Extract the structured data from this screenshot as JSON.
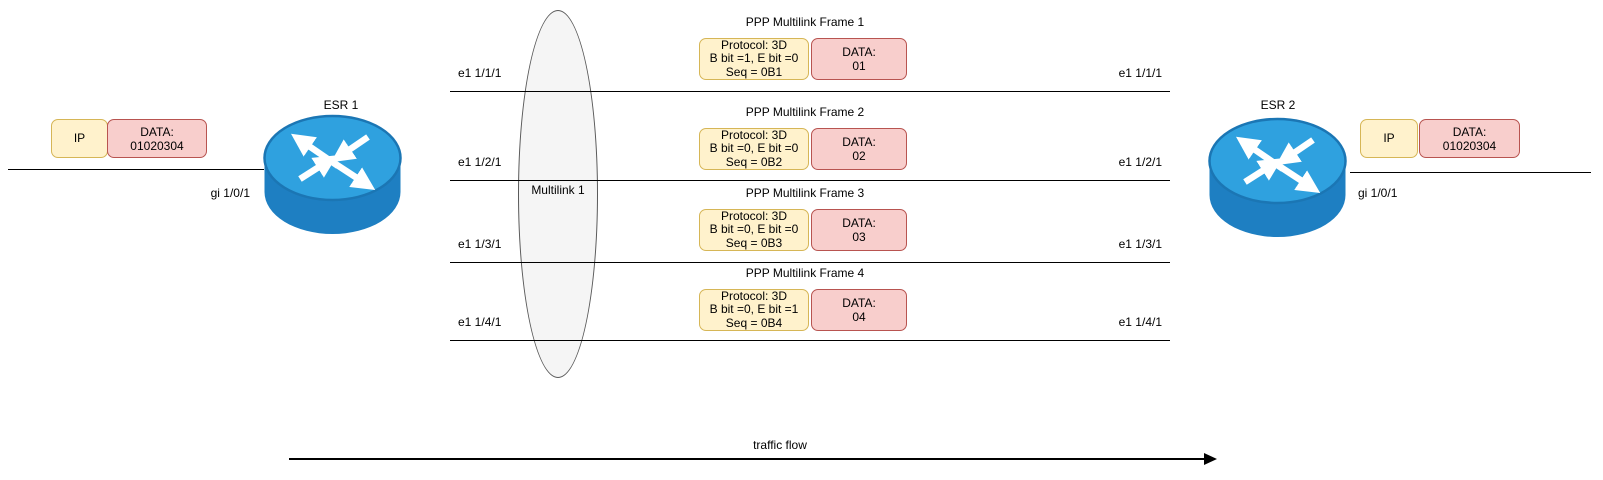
{
  "colors": {
    "packet_header_fill": "#FFF2CC",
    "packet_header_stroke": "#D6B656",
    "packet_data_fill": "#F8CECC",
    "packet_data_stroke": "#B85450",
    "multilink_ellipse_fill": "#F5F5F5",
    "multilink_ellipse_stroke": "#595959",
    "router_top": "#2FA1DF",
    "router_body": "#1E7FC2"
  },
  "left_endpoint": {
    "router_label": "ESR 1",
    "interface_label": "gi 1/0/1",
    "packet": {
      "header": "IP",
      "data_label": "DATA:",
      "data_value": "01020304"
    }
  },
  "right_endpoint": {
    "router_label": "ESR 2",
    "interface_label": "gi 1/0/1",
    "packet": {
      "header": "IP",
      "data_label": "DATA:",
      "data_value": "01020304"
    }
  },
  "multilink": {
    "label": "Multilink 1"
  },
  "links": [
    {
      "left_label": "e1 1/1/1",
      "right_label": "e1 1/1/1"
    },
    {
      "left_label": "e1 1/2/1",
      "right_label": "e1 1/2/1"
    },
    {
      "left_label": "e1 1/3/1",
      "right_label": "e1 1/3/1"
    },
    {
      "left_label": "e1 1/4/1",
      "right_label": "e1 1/4/1"
    }
  ],
  "frames": [
    {
      "title": "PPP Multilink Frame 1",
      "protocol": "Protocol: 3D",
      "bits": "B bit =1, E bit =0",
      "seq": "Seq = 0B1",
      "data_label": "DATA:",
      "data_value": "01"
    },
    {
      "title": "PPP Multilink Frame 2",
      "protocol": "Protocol: 3D",
      "bits": "B bit =0, E bit =0",
      "seq": "Seq = 0B2",
      "data_label": "DATA:",
      "data_value": "02"
    },
    {
      "title": "PPP Multilink Frame 3",
      "protocol": "Protocol: 3D",
      "bits": "B bit =0, E bit =0",
      "seq": "Seq = 0B3",
      "data_label": "DATA:",
      "data_value": "03"
    },
    {
      "title": "PPP Multilink Frame 4",
      "protocol": "Protocol: 3D",
      "bits": "B bit =0, E bit =1",
      "seq": "Seq = 0B4",
      "data_label": "DATA:",
      "data_value": "04"
    }
  ],
  "traffic_flow_label": "traffic flow"
}
